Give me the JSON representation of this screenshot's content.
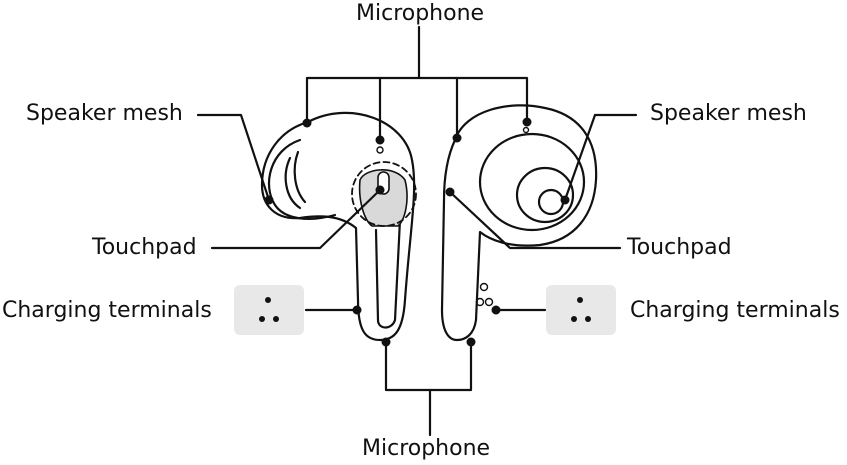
{
  "labels": {
    "microphone_top": "Microphone",
    "microphone_bottom": "Microphone",
    "speaker_mesh_left": "Speaker mesh",
    "speaker_mesh_right": "Speaker mesh",
    "touchpad_left": "Touchpad",
    "touchpad_right": "Touchpad",
    "charging_terminals_left": "Charging terminals",
    "charging_terminals_right": "Charging terminals"
  },
  "colors": {
    "line": "#111111",
    "terminal_badge": "#e8e8e8",
    "touchpad_fill": "#d9d9d9"
  }
}
